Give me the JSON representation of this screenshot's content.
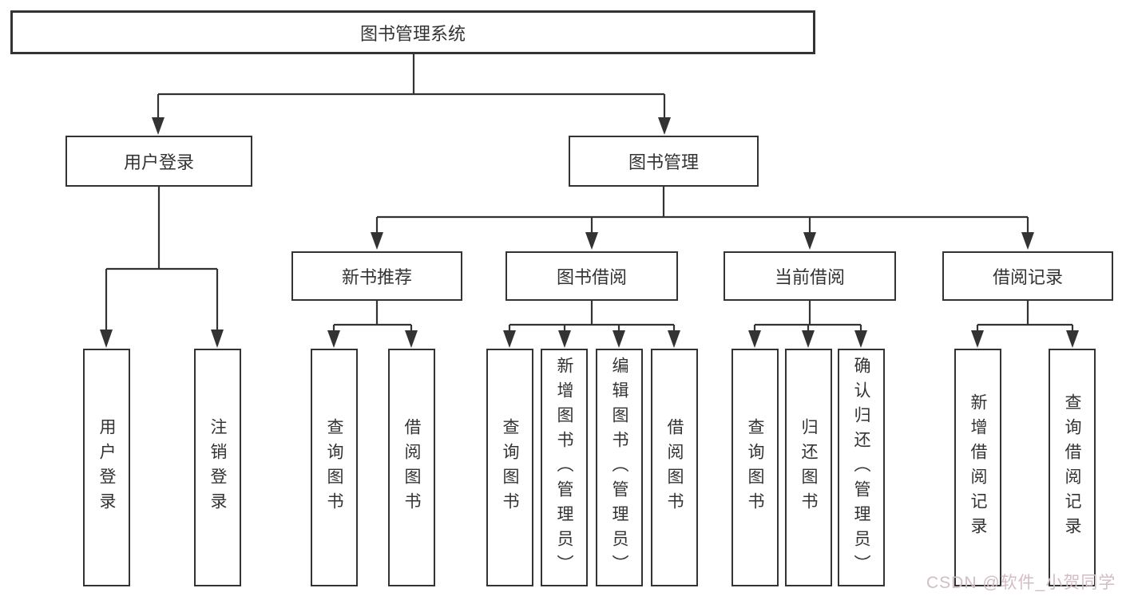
{
  "root": {
    "label": "图书管理系统"
  },
  "branches": [
    {
      "label": "用户登录",
      "children": [
        {
          "label": "用户登录"
        },
        {
          "label": "注销登录"
        }
      ]
    },
    {
      "label": "图书管理",
      "children": [
        {
          "label": "新书推荐",
          "children": [
            {
              "label": "查询图书"
            },
            {
              "label": "借阅图书"
            }
          ]
        },
        {
          "label": "图书借阅",
          "children": [
            {
              "label": "查询图书"
            },
            {
              "label": "新增图书（管理员）"
            },
            {
              "label": "编辑图书（管理员）"
            },
            {
              "label": "借阅图书"
            }
          ]
        },
        {
          "label": "当前借阅",
          "children": [
            {
              "label": "查询图书"
            },
            {
              "label": "归还图书"
            },
            {
              "label": "确认归还（管理员）"
            }
          ]
        },
        {
          "label": "借阅记录",
          "children": [
            {
              "label": "新增借阅记录"
            },
            {
              "label": "查询借阅记录"
            }
          ]
        }
      ]
    }
  ],
  "watermark": {
    "text": "CSDN @软件_小贺同学",
    "color": "#d3bdc3"
  },
  "colors": {
    "line": "#333333",
    "text": "#333333",
    "background": "#ffffff"
  }
}
